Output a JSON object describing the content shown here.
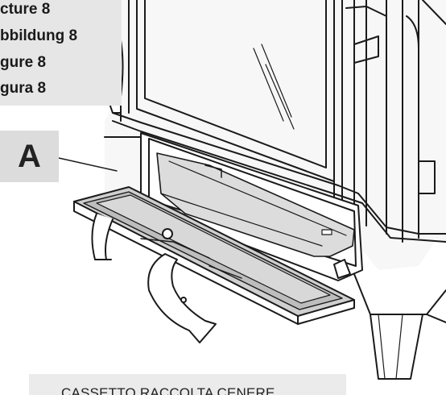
{
  "figure_captions": [
    "cture 8",
    "bbildung 8",
    "gure 8",
    "gura 8"
  ],
  "callout_label": "A",
  "bottom_caption": "CASSETTO RACCOLTA CENERE"
}
